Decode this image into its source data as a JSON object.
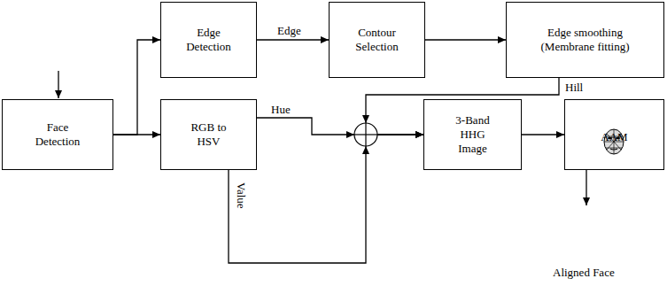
{
  "diagram": {
    "nodes": [
      {
        "text": [
          "Face Detection"
        ]
      },
      {
        "text": [
          "Edge Detection"
        ]
      },
      {
        "text": [
          "RGB to HSV"
        ]
      },
      {
        "text": [
          "Contour Selection"
        ]
      },
      {
        "text": [
          "Edge smoothing (Membrane fitting)"
        ]
      },
      {
        "text": [
          "3-Band HHG Image"
        ]
      },
      {
        "text": [
          "AAM"
        ]
      }
    ],
    "edges": [
      {
        "from": 0,
        "to": 1,
        "arrow": "to"
      },
      {
        "from": 0,
        "to": 2,
        "arrow": "to"
      },
      {
        "from": 1,
        "to": 3,
        "label": "Edge",
        "arrow": "to"
      },
      {
        "from": 3,
        "to": 4,
        "arrow": "to"
      },
      {
        "from": 4,
        "to": 5,
        "label": "Hill",
        "arrow": "to"
      },
      {
        "from": 2,
        "to": 5,
        "label": "Hue",
        "arrow": "to"
      },
      {
        "from": 2,
        "to": 5,
        "label": "Value",
        "arrow": "to"
      },
      {
        "from": 5,
        "to": 6,
        "arrow": "to"
      }
    ],
    "labels": [
      "Aligned Face"
    ]
  }
}
